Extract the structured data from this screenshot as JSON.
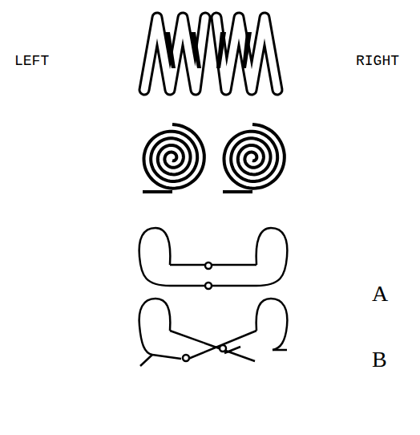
{
  "diagram": {
    "labels": [
      "LEFT",
      "RIGHT",
      "A",
      "B"
    ]
  }
}
